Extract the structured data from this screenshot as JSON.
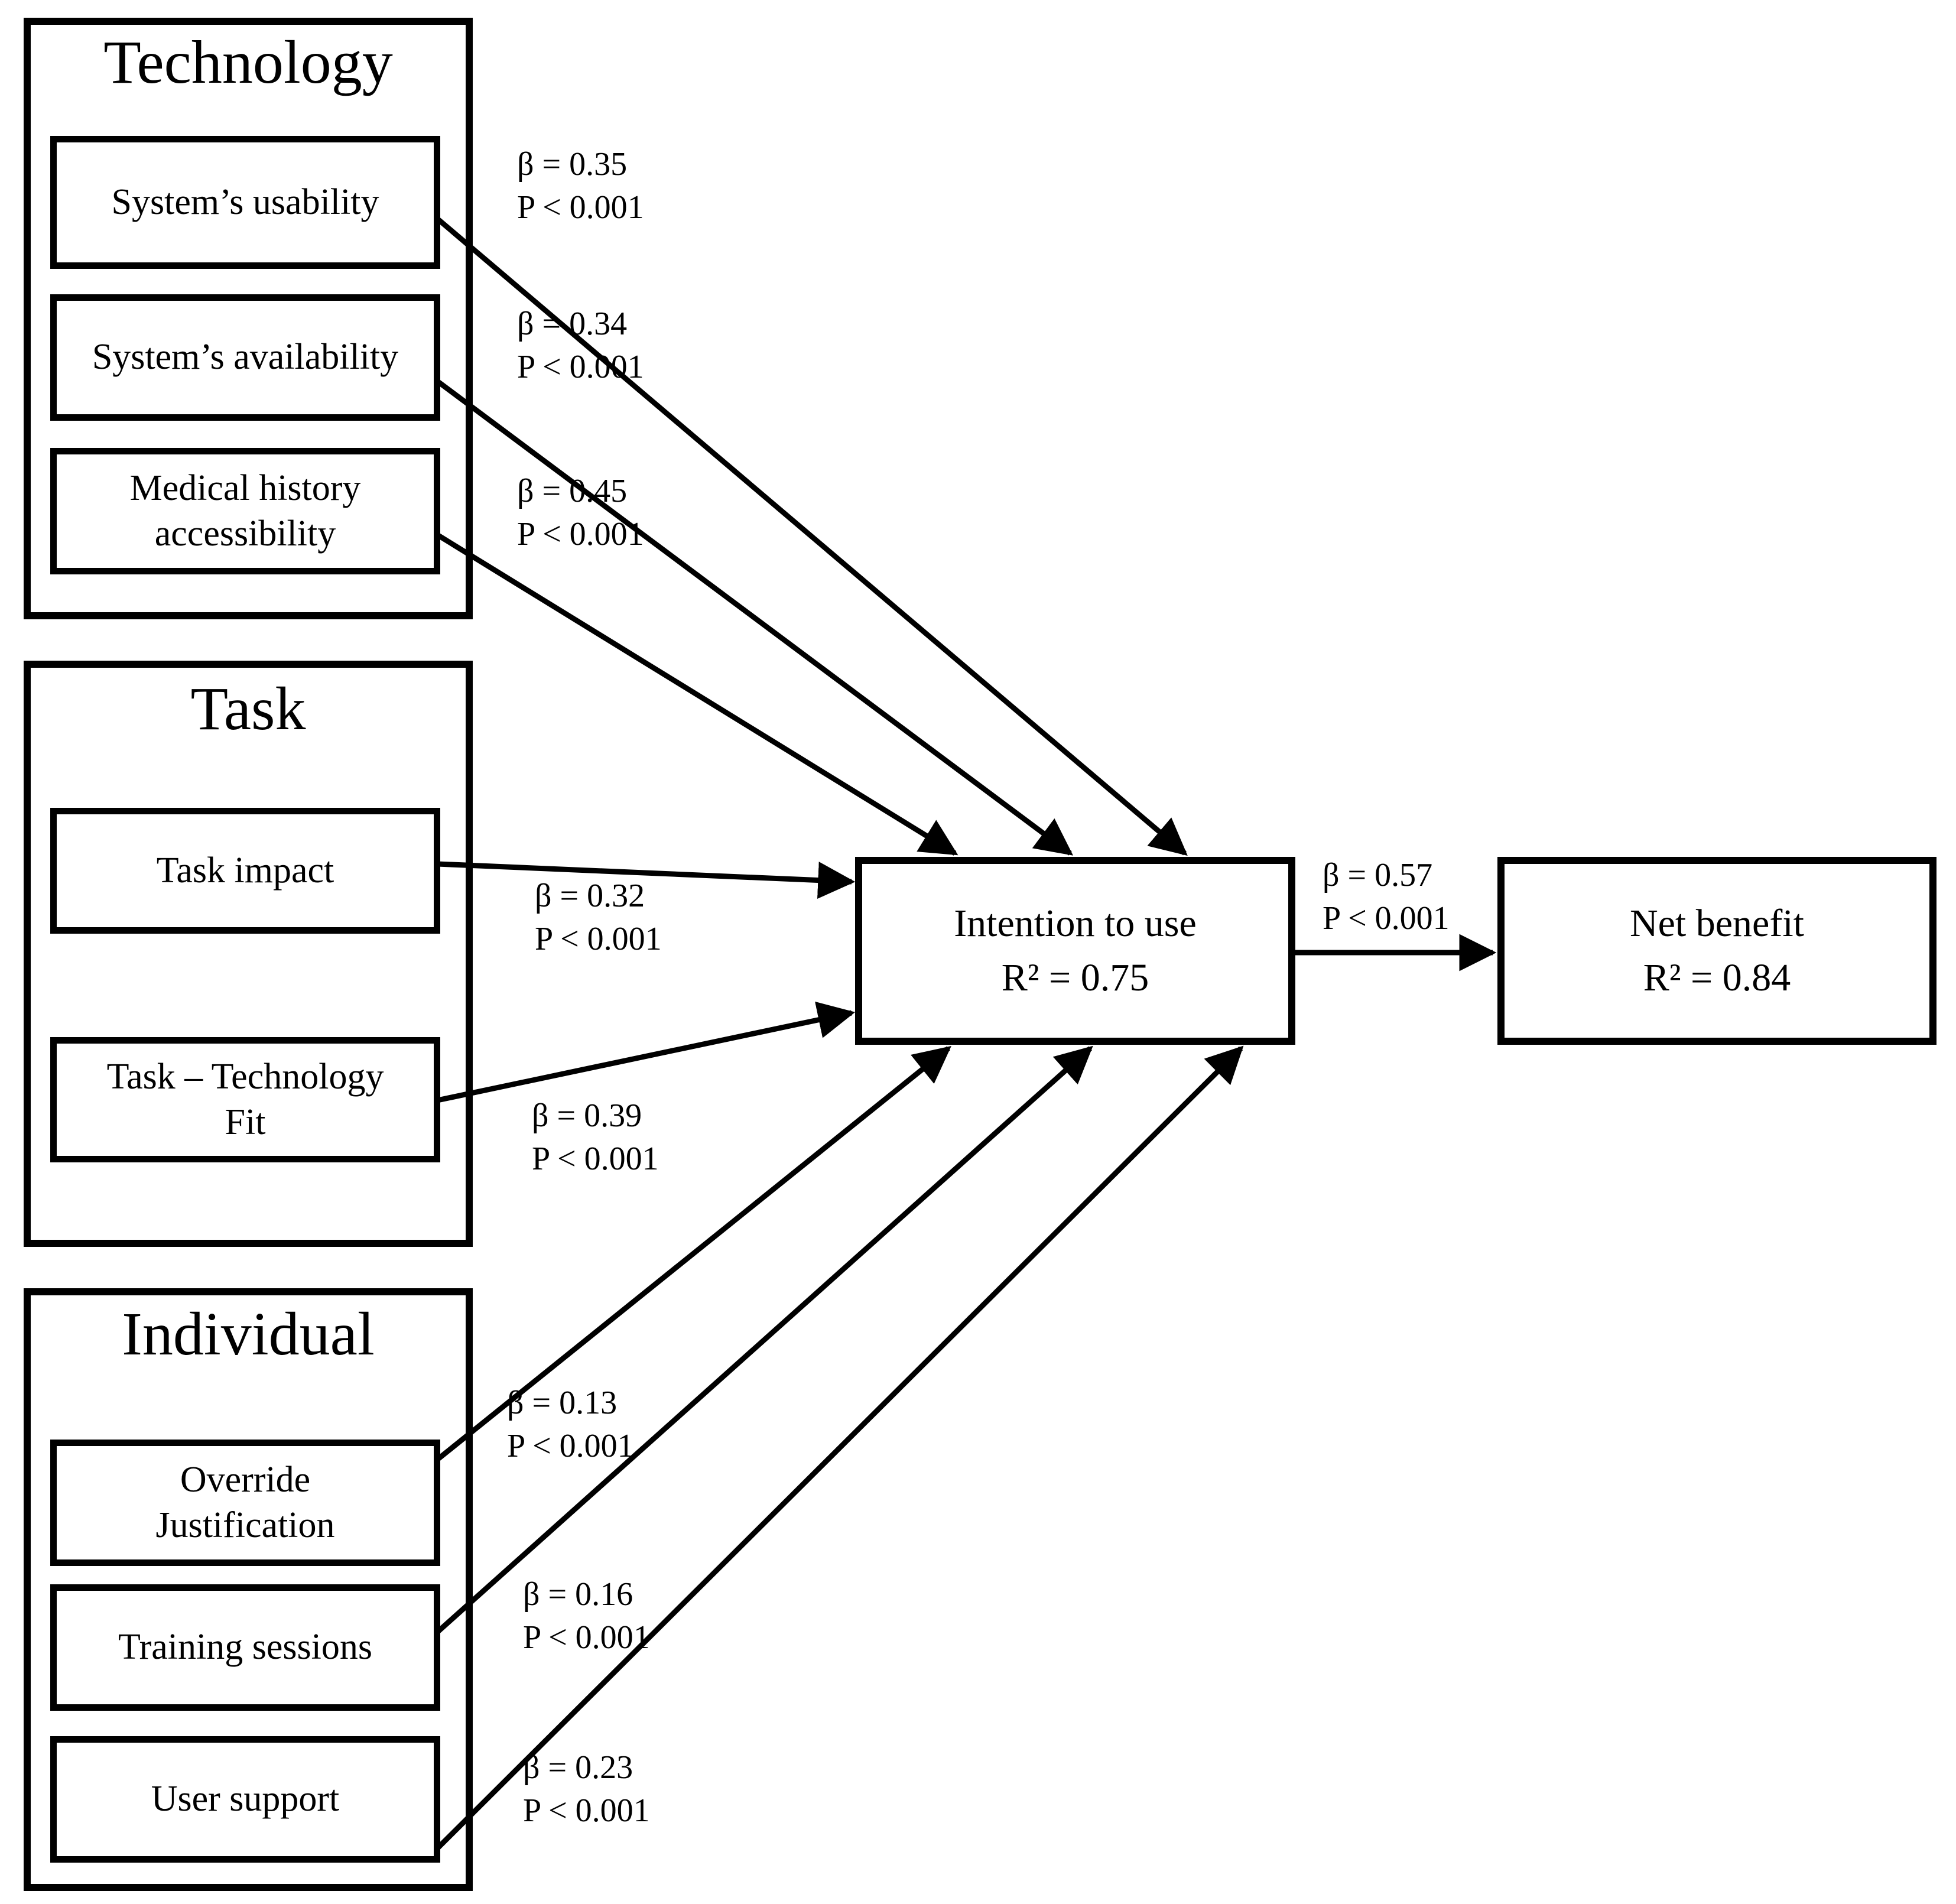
{
  "groups": [
    {
      "title": "Technology",
      "items": [
        "System’s usability",
        "System’s availability",
        "Medical history\naccessibility"
      ]
    },
    {
      "title": "Task",
      "items": [
        "Task impact",
        "Task – Technology\nFit"
      ]
    },
    {
      "title": "Individual",
      "items": [
        "Override\nJustification",
        "Training sessions",
        "User support"
      ]
    }
  ],
  "mediator": {
    "label": "Intention to use",
    "r2": "R² = 0.75"
  },
  "outcome": {
    "label": "Net benefit",
    "r2": "R² = 0.84"
  },
  "paths": [
    {
      "from": "System’s usability",
      "to": "Intention to use",
      "beta": "β = 0.35",
      "p": "P < 0.001"
    },
    {
      "from": "System’s availability",
      "to": "Intention to use",
      "beta": "β = 0.34",
      "p": "P < 0.001"
    },
    {
      "from": "Medical history accessibility",
      "to": "Intention to use",
      "beta": "β = 0.45",
      "p": "P < 0.001"
    },
    {
      "from": "Task impact",
      "to": "Intention to use",
      "beta": "β = 0.32",
      "p": "P < 0.001"
    },
    {
      "from": "Task – Technology Fit",
      "to": "Intention to use",
      "beta": "β = 0.39",
      "p": "P < 0.001"
    },
    {
      "from": "Override Justification",
      "to": "Intention to use",
      "beta": "β = 0.13",
      "p": "P < 0.001"
    },
    {
      "from": "Training sessions",
      "to": "Intention to use",
      "beta": "β = 0.16",
      "p": "P < 0.001"
    },
    {
      "from": "User support",
      "to": "Intention to use",
      "beta": "β = 0.23",
      "p": "P < 0.001"
    },
    {
      "from": "Intention to use",
      "to": "Net benefit",
      "beta": "β = 0.57",
      "p": "P < 0.001"
    }
  ],
  "colors": {
    "ink": "#000000",
    "background": "#ffffff",
    "box_fill": "#ffffff"
  }
}
